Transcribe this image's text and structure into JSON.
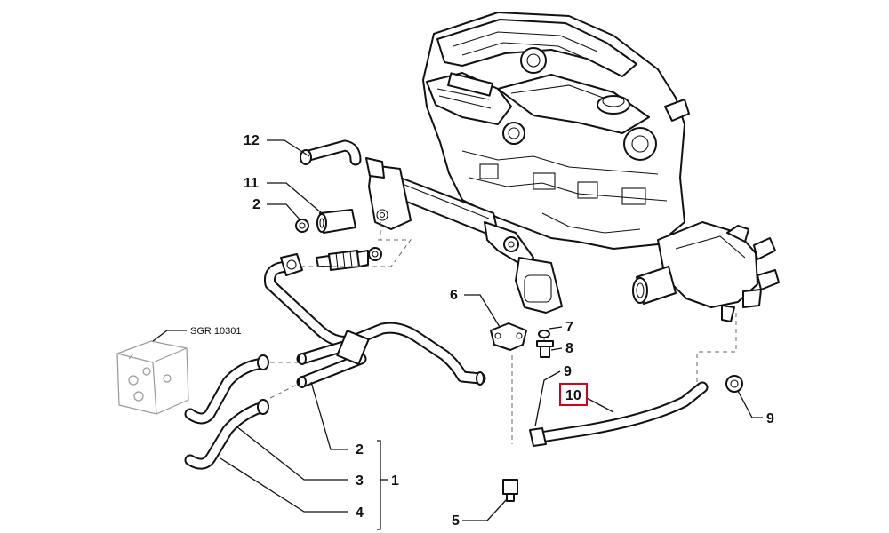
{
  "diagram": {
    "callouts": {
      "c12": "12",
      "c11": "11",
      "c2a": "2",
      "c6": "6",
      "c7": "7",
      "c8": "8",
      "c9a": "9",
      "c10": "10",
      "c9b": "9",
      "c2b": "2",
      "c3": "3",
      "c1": "1",
      "c4": "4",
      "c5": "5",
      "sgr": "SGR 10301"
    },
    "highlight_color": "#d0021b"
  }
}
